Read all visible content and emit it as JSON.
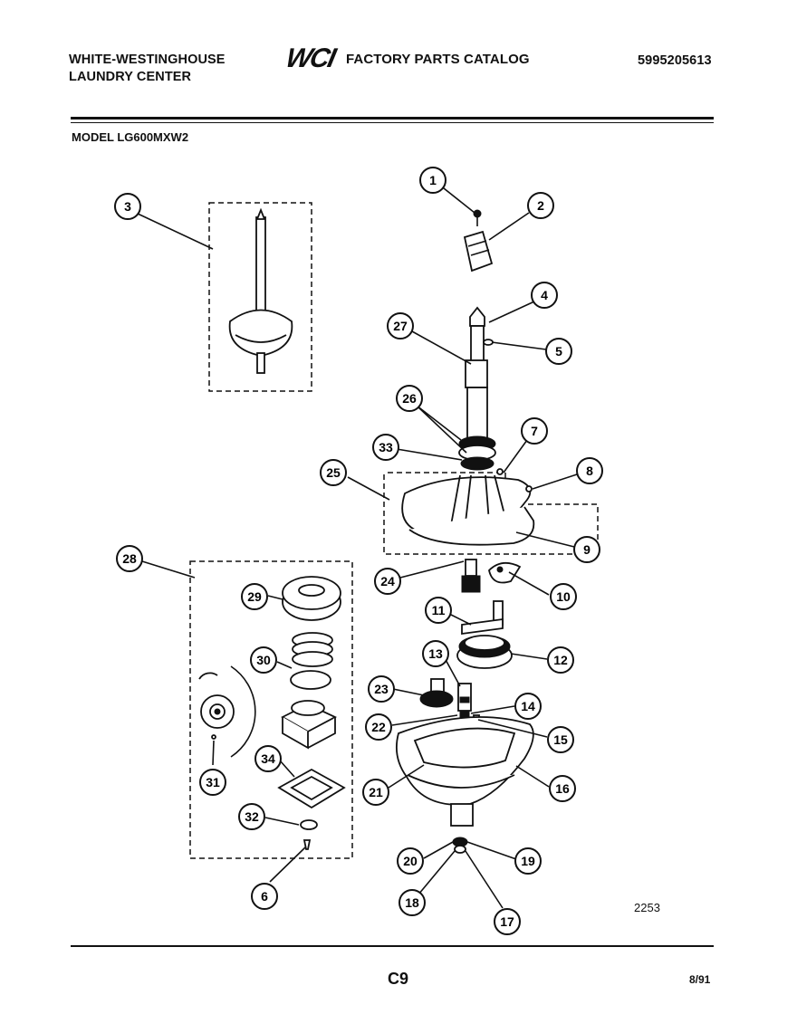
{
  "header": {
    "brand_line1": "WHITE-WESTINGHOUSE",
    "brand_line2": "LAUNDRY CENTER",
    "logo": "WCI",
    "catalog_title": "FACTORY PARTS CATALOG",
    "part_number": "5995205613"
  },
  "model": "MODEL LG600MXW2",
  "diagram_code": "2253",
  "footer": {
    "page": "C9",
    "date": "8/91"
  },
  "callouts": [
    "1",
    "2",
    "3",
    "4",
    "5",
    "6",
    "7",
    "8",
    "9",
    "10",
    "11",
    "12",
    "13",
    "14",
    "15",
    "16",
    "17",
    "18",
    "19",
    "20",
    "21",
    "22",
    "23",
    "24",
    "25",
    "26",
    "27",
    "28",
    "29",
    "30",
    "31",
    "32",
    "33",
    "34"
  ]
}
